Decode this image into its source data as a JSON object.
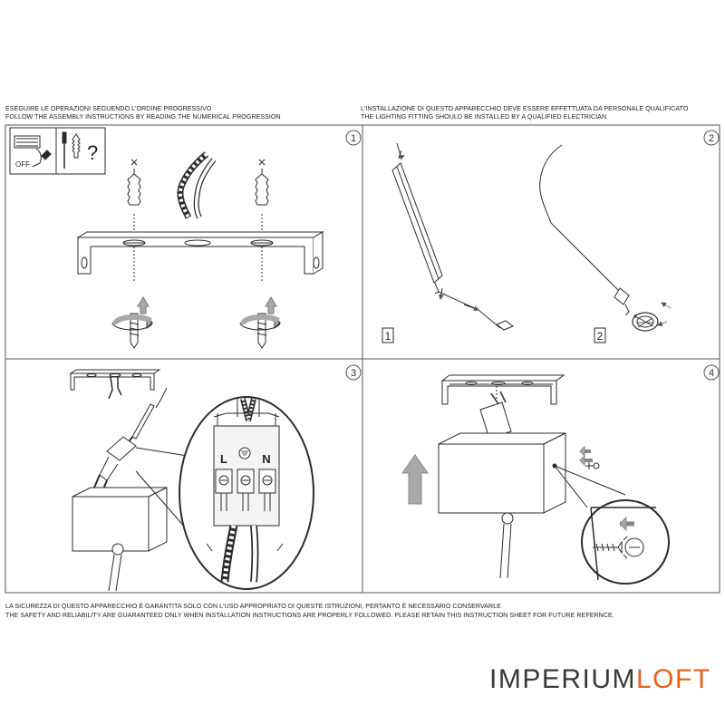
{
  "header": {
    "left_line1": "ESEGUIRE LE OPERAZIONI SEGUENDO L'ORDINE PROGRESSIVO",
    "left_line2": "FOLLOW THE ASSEMBLY INSTRUCTIONS BY READING THE NUMERICAL PROGRESSION",
    "right_line1": "L'INSTALLAZIONE DI QUESTO APPARECCHIO DEVE ESSERE EFFETTUATA DA PERSONALE QUALIFICATO",
    "right_line2": "THE LIGHTING FITTING SHOULD BE INSTALLED BY A QUALIFIED ELECTRICIAN"
  },
  "steps": [
    {
      "number": "1",
      "panel": "bracket-mounting"
    },
    {
      "number": "2",
      "panel": "cable-assembly"
    },
    {
      "number": "3",
      "panel": "wiring"
    },
    {
      "number": "4",
      "panel": "canopy-fixing"
    }
  ],
  "step2_substeps": [
    "1",
    "2"
  ],
  "tools": {
    "off_label": "OFF",
    "question_mark": "?"
  },
  "terminal_labels": {
    "line": "L",
    "neutral": "N"
  },
  "footer": {
    "line1": "LA SICUREZZA DI QUESTO APPARECCHIO È GARANTITA SOLO CON L'USO APPROPRIATO DI QUESTE ISTRUZIONI, PERTANTO È NECESSARIO CONSERVARLE",
    "line2": "THE SAFETY AND RELIABILITY ARE GUARANTEED ONLY WHEN INSTALLATION INSTRUCTIONS ARE PROPERLY FOLLOWED. PLEASE RETAIN THIS INSTRUCTION SHEET FOR FUTURE REFERNCE."
  },
  "brand": {
    "part1": "IMPERIUM",
    "part2": "LOFT",
    "color_part1": "#3a3a3a",
    "color_part2": "#e8611e"
  },
  "colors": {
    "line": "#2b2b2b",
    "border": "#555555",
    "fill_grey": "#e6e6e6",
    "arrow_grey": "#a9a9a9"
  }
}
